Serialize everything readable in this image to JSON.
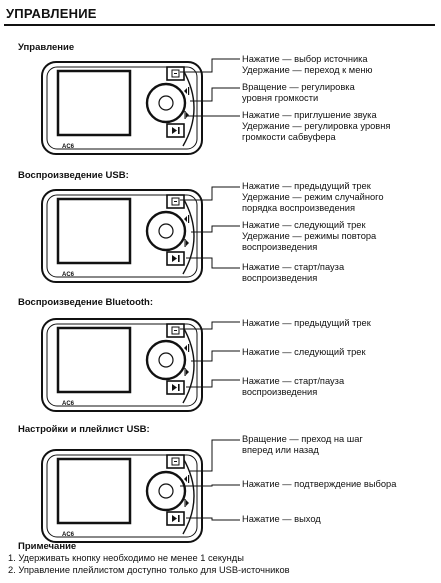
{
  "page": {
    "title": "УПРАВЛЕНИЕ"
  },
  "sections": [
    {
      "heading": "Управление",
      "device_label": "AC6",
      "notes": [
        [
          "Нажатие — выбор источника",
          "Удержание — переход к меню"
        ],
        [
          "Вращение — регулировка",
          "уровня громкости"
        ],
        [
          "Нажатие — приглушение звука",
          "Удержание — регулировка уровня",
          "громкости сабвуфера"
        ]
      ]
    },
    {
      "heading": "Воспроизведение USB:",
      "device_label": "AC6",
      "notes": [
        [
          "Нажатие — предыдущий трек",
          "Удержание — режим случайного",
          "порядка воспроизведения"
        ],
        [
          "Нажатие — следующий трек",
          "Удержание — режимы повтора",
          "воспроизведения"
        ],
        [
          "Нажатие — старт/пауза",
          "воспроизведения"
        ]
      ]
    },
    {
      "heading": "Воспроизведение Bluetooth:",
      "device_label": "AC6",
      "notes": [
        [
          "Нажатие — предыдущий трек"
        ],
        [
          "Нажатие — следующий трек"
        ],
        [
          "Нажатие — старт/пауза",
          "воспроизведения"
        ]
      ]
    },
    {
      "heading": "Настройки и плейлист USB:",
      "device_label": "AC6",
      "notes": [
        [
          "Вращение — преход на шаг",
          "вперед или назад"
        ],
        [
          "Нажатие — подтверждение выбора"
        ],
        [
          "Нажатие — выход"
        ]
      ]
    }
  ],
  "footnote": {
    "heading": "Примечание",
    "items": [
      "1. Удерживать кнопку необходимо не менее 1 секунды",
      "2. Управление плейлистом доступно только для USB-источников"
    ]
  }
}
